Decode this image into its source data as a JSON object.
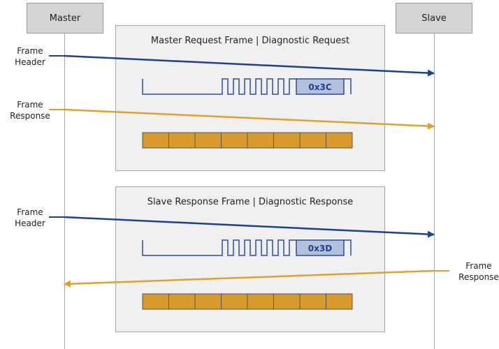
{
  "actors": {
    "master": "Master",
    "slave": "Slave"
  },
  "frames": [
    {
      "title": "Master Request Frame | Diagnostic Request",
      "header_label": [
        "Frame",
        "Header"
      ],
      "response_label": [
        "Frame",
        "Response"
      ],
      "id_value": "0x3C",
      "response_direction": "master-to-slave",
      "data_bytes": 8
    },
    {
      "title": "Slave Response Frame | Diagnostic Response",
      "header_label": [
        "Frame",
        "Header"
      ],
      "response_label": [
        "Frame",
        "Response"
      ],
      "id_value": "0x3D",
      "response_direction": "slave-to-master",
      "data_bytes": 8
    }
  ],
  "colors": {
    "header_arrow": "#1f3f8f",
    "response_arrow": "#e0a030",
    "byte_fill": "#d89a2a",
    "id_box_fill": "#b4c1dc",
    "signal_line": "#2d4a9e"
  }
}
